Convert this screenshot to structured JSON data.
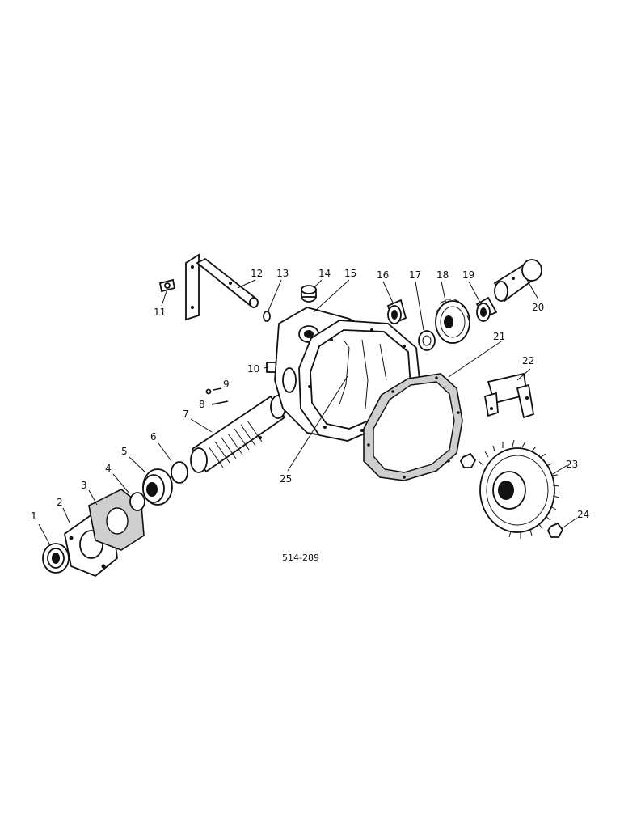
{
  "diagram": {
    "figure_code": "514-289",
    "callouts": [
      "1",
      "2",
      "3",
      "4",
      "5",
      "6",
      "7",
      "8",
      "9",
      "10",
      "11",
      "12",
      "13",
      "14",
      "15",
      "16",
      "17",
      "18",
      "19",
      "20",
      "21",
      "22",
      "23",
      "24",
      "25"
    ]
  }
}
